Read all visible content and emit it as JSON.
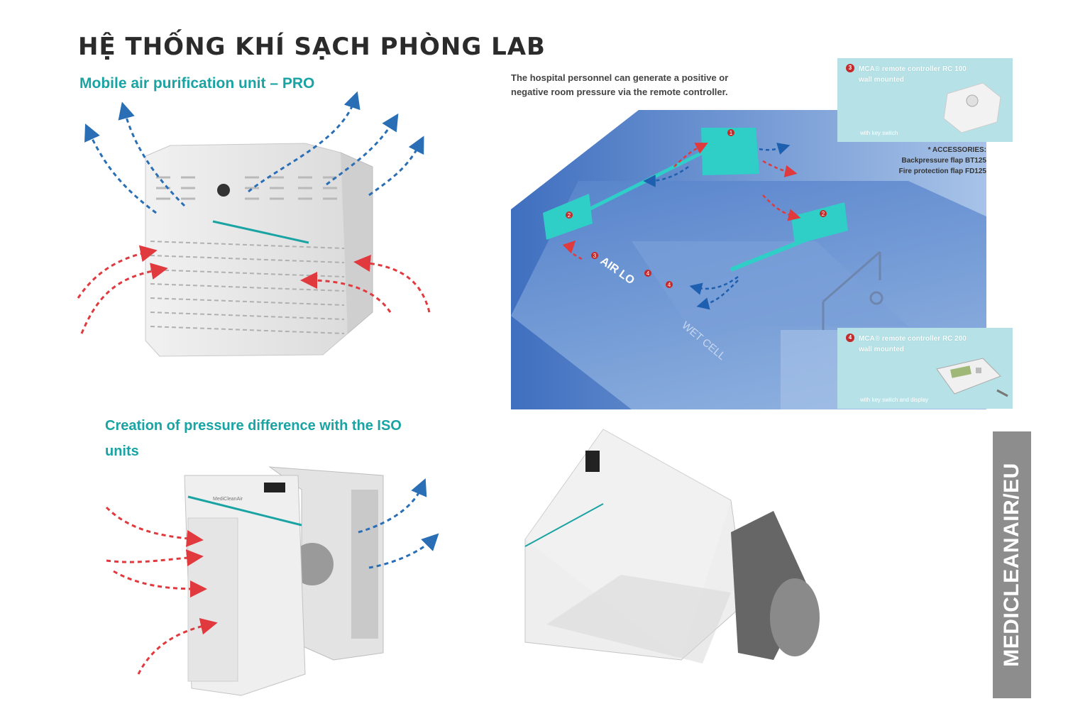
{
  "title": "HỆ THỐNG KHÍ SẠCH PHÒNG LAB",
  "subtitle_mobile": "Mobile air purification unit – PRO",
  "subtitle_pressure": "Creation of pressure difference with the ISO units",
  "description": "The hospital personnel can generate a positive or negative room pressure via the remote controller.",
  "accessories": {
    "heading": "* ACCESSORIES:",
    "line1": "Backpressure flap BT125",
    "line2": "Fire protection flap FD125"
  },
  "rc100": {
    "number": "3",
    "title": "MCA® remote controller RC 100",
    "subtitle": "wall mounted",
    "note": "with key switch"
  },
  "rc200": {
    "number": "4",
    "title": "MCA® remote controller RC 200",
    "subtitle": "wall mounted",
    "note": "with key switch and display"
  },
  "diagram": {
    "label_airlock": "AIR LO",
    "label_wetcell": "WET CELL",
    "markers": [
      "1",
      "2",
      "2",
      "3",
      "4",
      "4"
    ]
  },
  "unit_logo_text": "MediCleanAir",
  "sidebar_text": "MEDICLEANAIR/EU",
  "colors": {
    "teal": "#1aa3a3",
    "arrow_red": "#e0393e",
    "arrow_blue": "#2a6fb5",
    "sidebar_gray": "#8d8d8d",
    "room_blue": "#4d7fc9"
  }
}
